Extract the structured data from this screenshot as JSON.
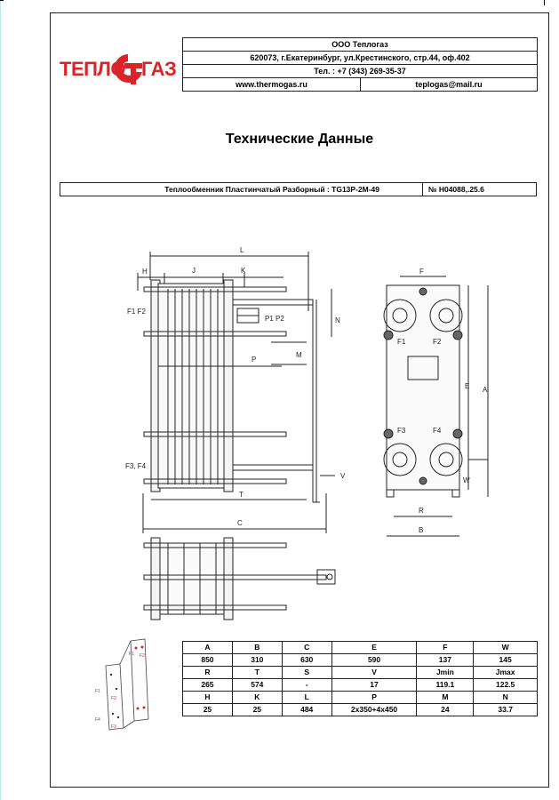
{
  "logo": {
    "left_text": "ТЕПЛО",
    "right_text": "ГАЗ",
    "brand_color": "#d92429"
  },
  "company": {
    "name": "ООО Теплогаз",
    "address": "620073, г.Екатеринбург, ул.Крестинского, стр.44, оф.402",
    "phone": "Тел. : +7 (343) 269-35-37",
    "website": "www.thermogas.ru",
    "email": "teplogas@mail.ru"
  },
  "title": "Технические Данные",
  "product": {
    "name": "Теплообменник Пластинчатый Разборный : TG13P-2M-49",
    "number": "№ H04088,.25.6"
  },
  "drawing_labels": {
    "side": [
      "L",
      "H",
      "J",
      "K",
      "N",
      "M",
      "P",
      "T",
      "C",
      "V",
      "F1 F2",
      "P1 P2",
      "F3, F4"
    ],
    "front": [
      "F",
      "F1",
      "F2",
      "F3",
      "F4",
      "E",
      "A",
      "W",
      "R",
      "B"
    ],
    "schema": [
      "F1",
      "F2",
      "F3",
      "F4"
    ]
  },
  "specs": {
    "rows": [
      {
        "headers": [
          "A",
          "B",
          "C",
          "E",
          "F",
          "W"
        ],
        "values": [
          "850",
          "310",
          "630",
          "590",
          "137",
          "145"
        ]
      },
      {
        "headers": [
          "R",
          "T",
          "S",
          "V",
          "Jmin",
          "Jmax"
        ],
        "values": [
          "265",
          "574",
          "-",
          "17",
          "119.1",
          "122.5"
        ]
      },
      {
        "headers": [
          "H",
          "K",
          "L",
          "P",
          "M",
          "N"
        ],
        "values": [
          "25",
          "25",
          "484",
          "2x350+4x450",
          "24",
          "33.7"
        ]
      }
    ]
  }
}
